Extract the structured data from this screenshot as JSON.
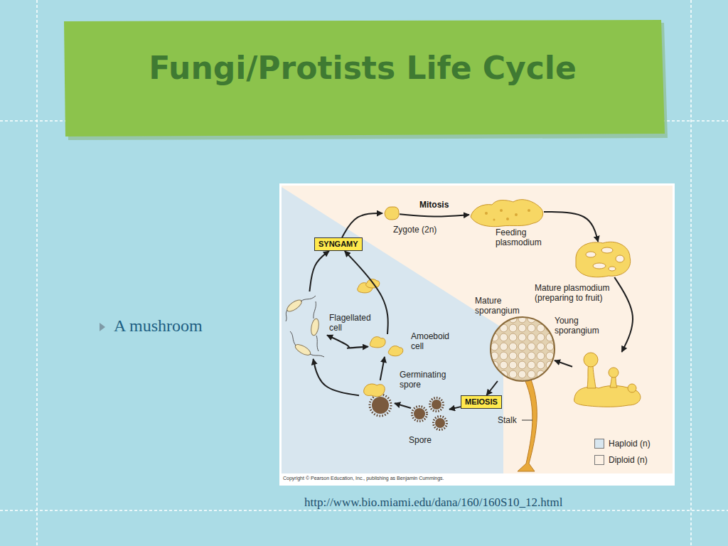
{
  "diagram": {
    "title": "Fungi/Protists Life Cycle",
    "nodes": [
      {
        "text": [
          "Zygote (2n)"
        ]
      },
      {
        "text": [
          "Feeding plasmodium"
        ]
      },
      {
        "text": [
          "Mature plasmodium (preparing to fruit)"
        ]
      },
      {
        "text": [
          "Young sporangium"
        ]
      },
      {
        "text": [
          "Mature sporangium"
        ]
      },
      {
        "text": [
          "Spore"
        ]
      },
      {
        "text": [
          "Germinating spore"
        ]
      },
      {
        "text": [
          "Amoeboid cell"
        ]
      },
      {
        "text": [
          "Flagellated cell"
        ]
      },
      {
        "text": [
          "SYNGAMY"
        ]
      },
      {
        "text": [
          "MEIOSIS"
        ]
      }
    ],
    "edges": [
      {
        "from": 0,
        "to": 1,
        "arrow": "to",
        "label": "Mitosis"
      },
      {
        "from": 1,
        "to": 2,
        "arrow": "to"
      },
      {
        "from": 2,
        "to": 3,
        "arrow": "to"
      },
      {
        "from": 3,
        "to": 4,
        "arrow": "to"
      },
      {
        "from": 4,
        "to": 10,
        "arrow": "to"
      },
      {
        "from": 10,
        "to": 5,
        "arrow": "to"
      },
      {
        "from": 5,
        "to": 6,
        "arrow": "to"
      },
      {
        "from": 6,
        "to": 7,
        "arrow": "to"
      },
      {
        "from": 6,
        "to": 8,
        "arrow": "to"
      },
      {
        "from": 7,
        "to": 8,
        "arrow": "both"
      },
      {
        "from": 8,
        "to": 9,
        "arrow": "to"
      },
      {
        "from": 7,
        "to": 9,
        "arrow": "to"
      },
      {
        "from": 9,
        "to": 0,
        "arrow": "to"
      }
    ],
    "labels": [
      "A mushroom",
      "Stalk",
      "Copyright © Pearson Education, Inc., publishing as Benjamin Cummings.",
      "http://www.bio.miami.edu/dana/160/160S10_12.html"
    ],
    "legend": [
      {
        "text": "Haploid (n)",
        "color": "#d8e6ef"
      },
      {
        "text": "Diploid (n)",
        "color": "#fdf1e4"
      }
    ]
  }
}
